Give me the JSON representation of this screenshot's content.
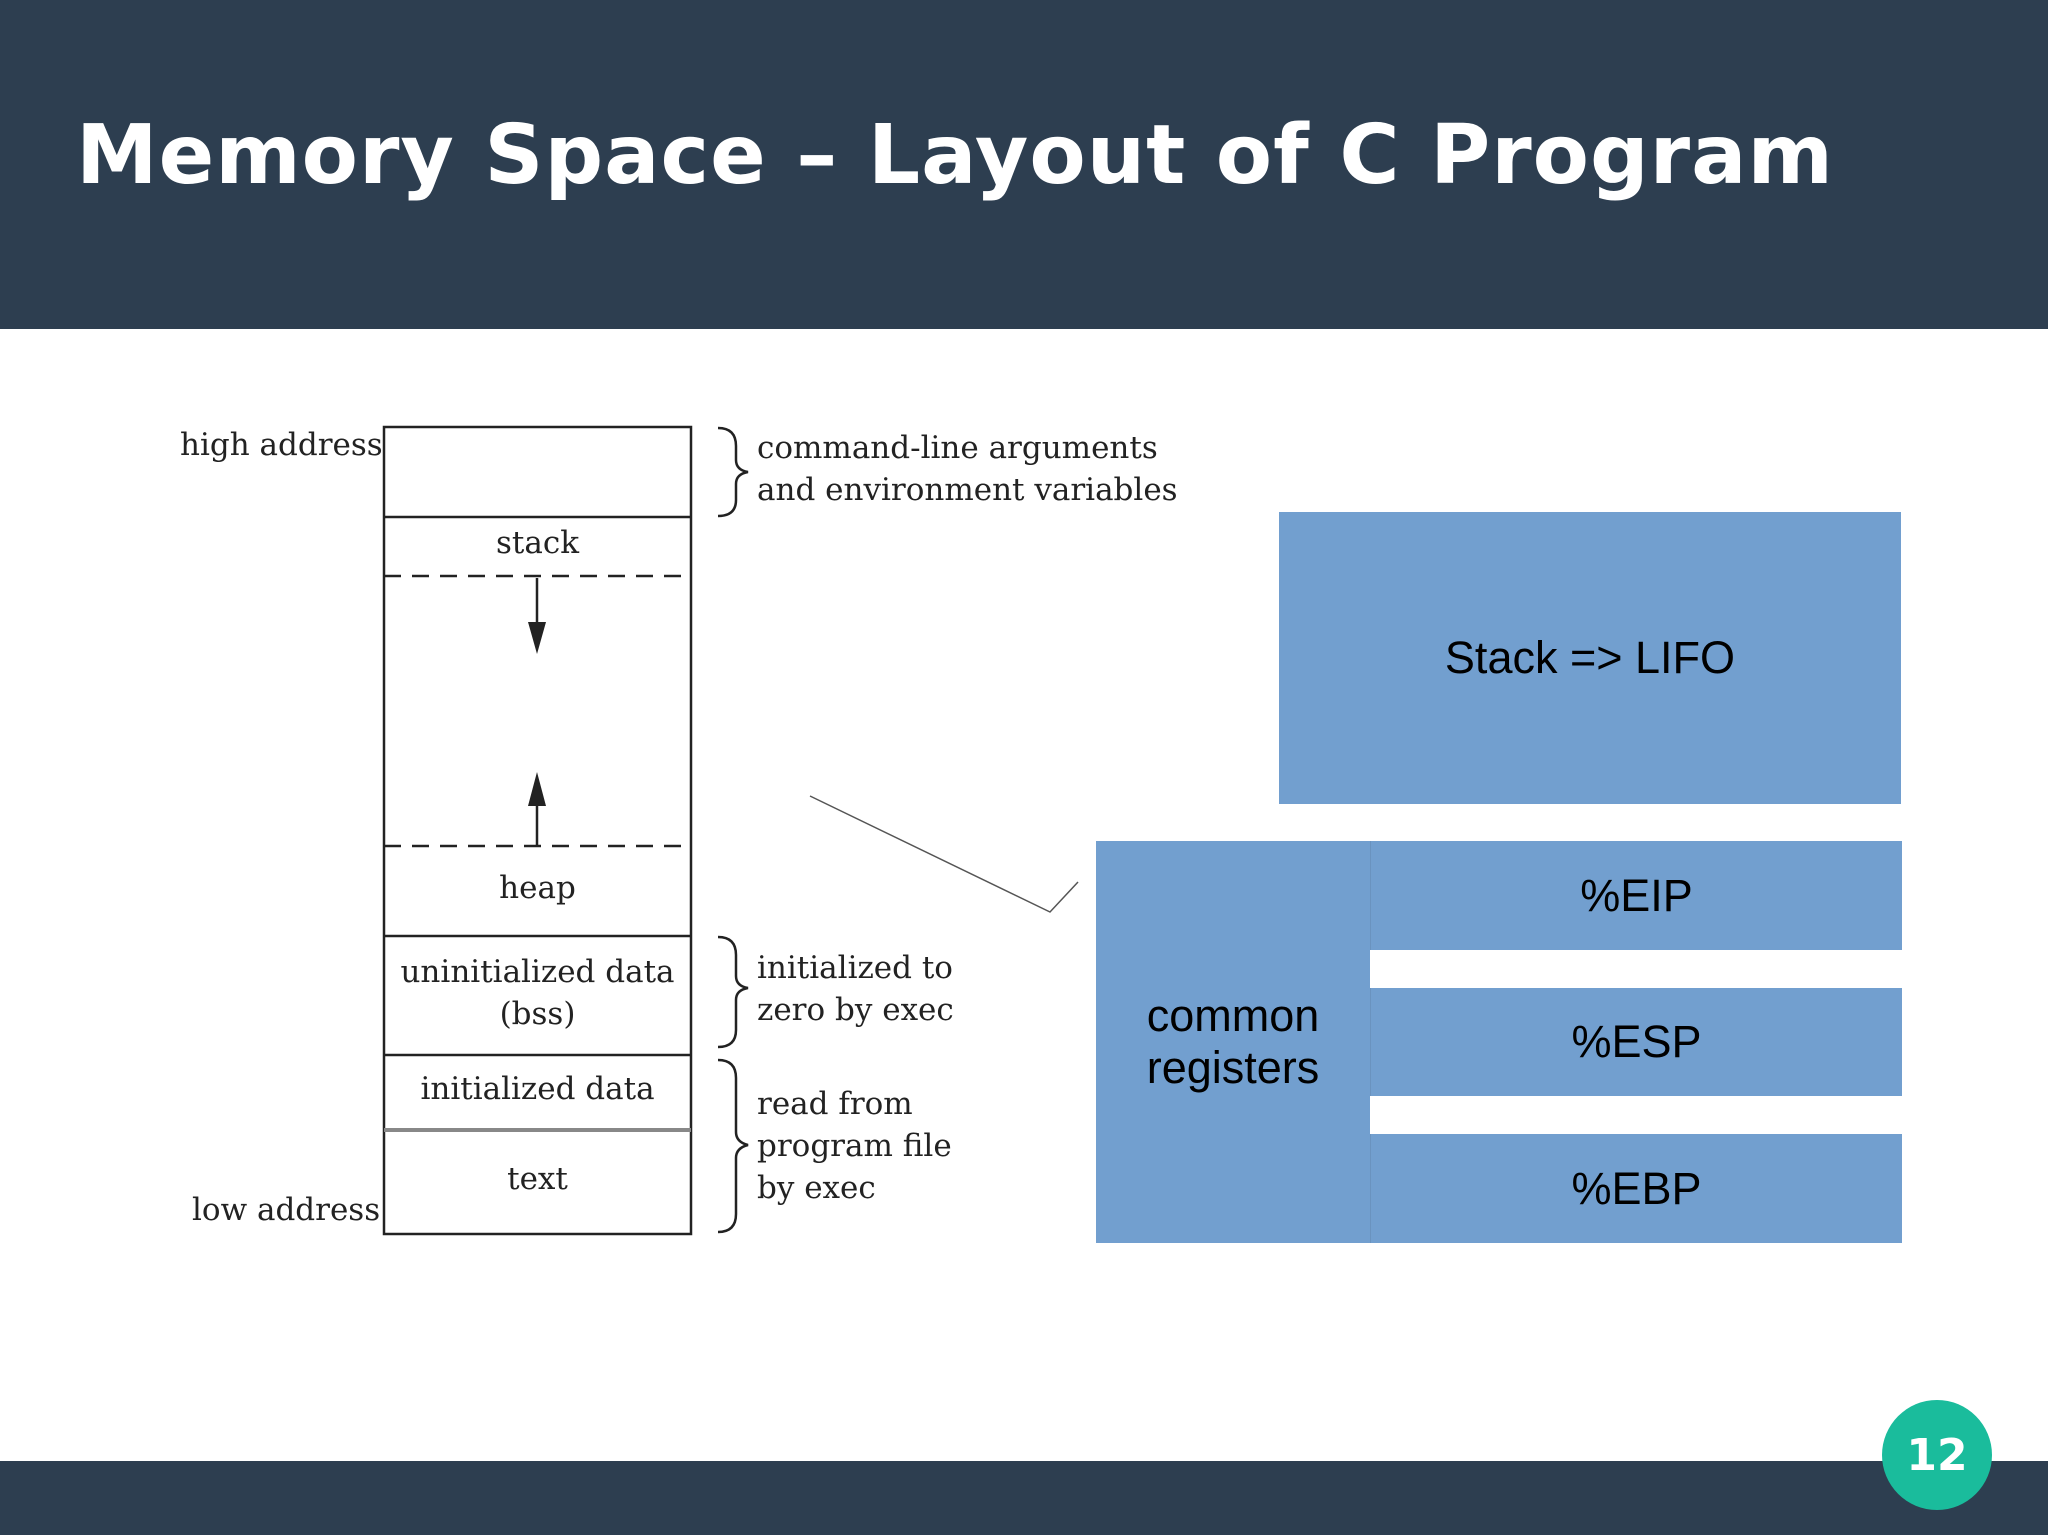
{
  "slide": {
    "title": "Memory Space – Layout of C Program",
    "page_number": "12"
  },
  "memory_layout": {
    "high_address_label": "high address",
    "low_address_label": "low address",
    "segments": {
      "stack": "stack",
      "heap": "heap",
      "bss_line1": "uninitialized data",
      "bss_line2": "(bss)",
      "data": "initialized data",
      "text": "text"
    },
    "annotations": {
      "args_line1": "command-line arguments",
      "args_line2": "and environment variables",
      "bss_line1": "initialized to",
      "bss_line2": "zero by exec",
      "file_line1": "read from",
      "file_line2": "program file",
      "file_line3": "by exec"
    }
  },
  "stack_box": {
    "label": "Stack => LIFO"
  },
  "registers": {
    "group_line1": "common",
    "group_line2": "registers",
    "items": [
      "%EIP",
      "%ESP",
      "%EBP"
    ]
  },
  "colors": {
    "header": "#2d3e50",
    "box_fill": "#729fcf",
    "badge": "#1abc9c"
  }
}
